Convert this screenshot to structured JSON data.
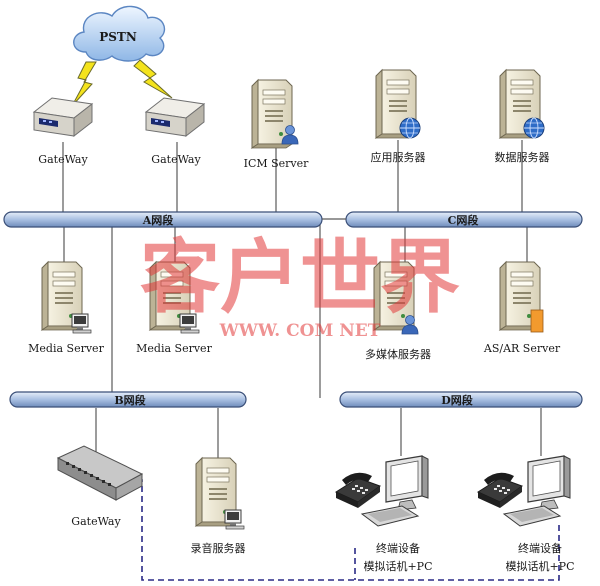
{
  "cloud": {
    "label": "PSTN"
  },
  "segments": {
    "a": "A网段",
    "b": "B网段",
    "c": "C网段",
    "d": "D网段"
  },
  "devices": {
    "gateway_1": "GateWay",
    "gateway_2": "GateWay",
    "icm_server": "ICM Server",
    "app_server": "应用服务器",
    "db_server": "数据服务器",
    "media_server_1": "Media Server",
    "media_server_2": "Media Server",
    "multimedia_server": "多媒体服务器",
    "asar_server": "AS/AR Server",
    "gateway_switch": "GateWay",
    "record_server": "录音服务器",
    "terminal_1": {
      "line1": "终端设备",
      "line2": "模拟话机+PC"
    },
    "terminal_2": {
      "line1": "终端设备",
      "line2": "模拟话机+PC"
    }
  },
  "watermark": {
    "main": "客户世界",
    "sub": "WWW. COM  NET"
  },
  "colors": {
    "bus_fill": "#b9cde8",
    "bus_stroke": "#3a4f78",
    "line": "#5a5a5a",
    "dashed": "#2a2a86",
    "server_body": "#ece7d4",
    "bolt": "#f4e31c",
    "watermark": "#e23a3a"
  },
  "icons": [
    "cloud-icon",
    "lightning-icon",
    "router-icon",
    "server-icon",
    "switch-icon",
    "phone-icon",
    "monitor-icon",
    "globe-icon",
    "user-icon"
  ]
}
